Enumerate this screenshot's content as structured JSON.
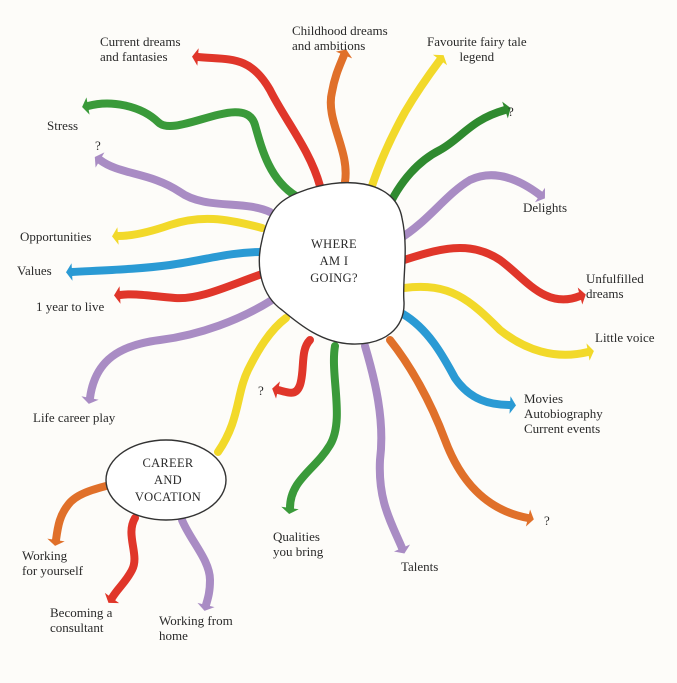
{
  "center": {
    "lines": [
      "WHERE",
      "AM I",
      "GOING?"
    ]
  },
  "sub_center": {
    "lines": [
      "CAREER",
      "AND",
      "VOCATION"
    ]
  },
  "branches": [
    {
      "id": "stress",
      "lines": [
        "Stress"
      ],
      "color": "#3a9a3a"
    },
    {
      "id": "current-dreams",
      "lines": [
        "Current dreams",
        "and fantasies"
      ],
      "color": "#e0362a"
    },
    {
      "id": "childhood-dreams",
      "lines": [
        "Childhood dreams",
        "and ambitions"
      ],
      "color": "#e0702a"
    },
    {
      "id": "fairy-tale",
      "lines": [
        "Favourite fairy tale",
        "legend"
      ],
      "color": "#f2d92a"
    },
    {
      "id": "question-top-right",
      "lines": [
        "?"
      ],
      "color": "#2f8a2f"
    },
    {
      "id": "question-top-left",
      "lines": [
        "?"
      ],
      "color": "#a98cc4"
    },
    {
      "id": "delights",
      "lines": [
        "Delights"
      ],
      "color": "#a98cc4"
    },
    {
      "id": "opportunities",
      "lines": [
        "Opportunities"
      ],
      "color": "#f2d92a"
    },
    {
      "id": "values",
      "lines": [
        "Values"
      ],
      "color": "#2a9ad4"
    },
    {
      "id": "one-year",
      "lines": [
        "1 year to live"
      ],
      "color": "#e0362a"
    },
    {
      "id": "unfulfilled",
      "lines": [
        "Unfulfilled",
        "dreams"
      ],
      "color": "#e0362a"
    },
    {
      "id": "little-voice",
      "lines": [
        "Little voice"
      ],
      "color": "#f2d92a"
    },
    {
      "id": "life-career",
      "lines": [
        "Life career play"
      ],
      "color": "#a98cc4"
    },
    {
      "id": "movies",
      "lines": [
        "Movies",
        "Autobiography",
        "Current events"
      ],
      "color": "#2a9ad4"
    },
    {
      "id": "question-center",
      "lines": [
        "?"
      ],
      "color": "#e0362a"
    },
    {
      "id": "question-bottom-right",
      "lines": [
        "?"
      ],
      "color": "#e0702a"
    },
    {
      "id": "qualities",
      "lines": [
        "Qualities",
        "you bring"
      ],
      "color": "#3a9a3a"
    },
    {
      "id": "talents",
      "lines": [
        "Talents"
      ],
      "color": "#a98cc4"
    },
    {
      "id": "working-yourself",
      "lines": [
        "Working",
        "for  yourself"
      ],
      "color": "#e0702a"
    },
    {
      "id": "consultant",
      "lines": [
        "Becoming a",
        "consultant"
      ],
      "color": "#e0362a"
    },
    {
      "id": "working-home",
      "lines": [
        "Working from",
        "home"
      ],
      "color": "#a98cc4"
    }
  ]
}
